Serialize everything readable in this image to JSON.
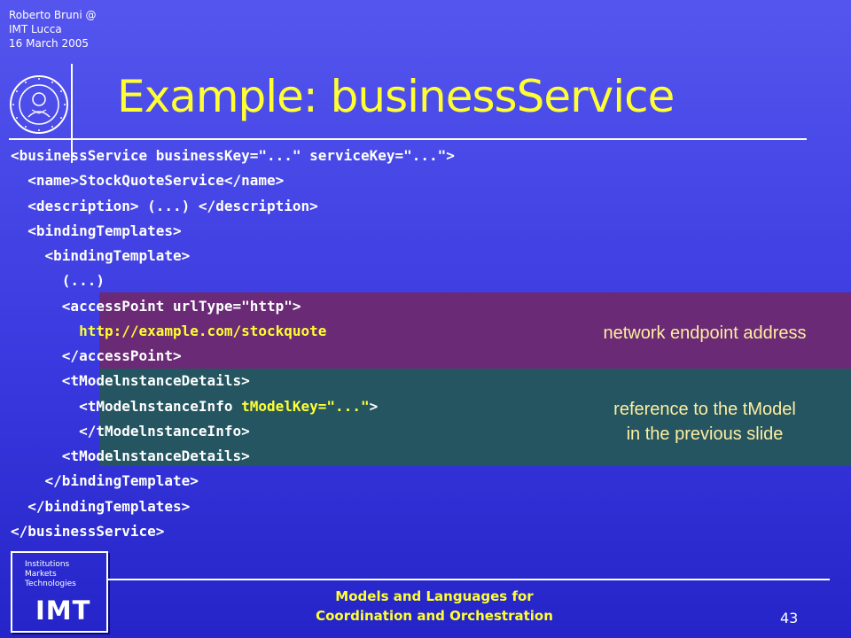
{
  "header": {
    "author_lines": [
      "Roberto Bruni @",
      "IMT Lucca",
      "16 March 2005"
    ]
  },
  "title": "Example: businessService",
  "code_lines": [
    [
      {
        "t": "<businessService businessKey=\"...\" serviceKey=\"...\">"
      }
    ],
    [
      {
        "t": "  <name>StockQuoteService</name>"
      }
    ],
    [
      {
        "t": "  <description> (...) </description>"
      }
    ],
    [
      {
        "t": "  <bindingTemplates>"
      }
    ],
    [
      {
        "t": "    <bindingTemplate>"
      }
    ],
    [
      {
        "t": "      (...)"
      }
    ],
    [
      {
        "t": "      <accessPoint urlType=\"http\">"
      }
    ],
    [
      {
        "t": "        "
      },
      {
        "t": "http://example.com/stockquote",
        "hl": true
      }
    ],
    [
      {
        "t": "      </accessPoint>"
      }
    ],
    [
      {
        "t": "      <tModelnstanceDetails>"
      }
    ],
    [
      {
        "t": "        <tModelnstanceInfo "
      },
      {
        "t": "tModelKey=\"...\"",
        "hl": true
      },
      {
        "t": ">"
      }
    ],
    [
      {
        "t": "        </tModelnstanceInfo>"
      }
    ],
    [
      {
        "t": "      <tModelnstanceDetails>"
      }
    ],
    [
      {
        "t": "    </bindingTemplate>"
      }
    ],
    [
      {
        "t": "  </bindingTemplates>"
      }
    ],
    [
      {
        "t": "</businessService>"
      }
    ]
  ],
  "annotations": {
    "endpoint": "network endpoint address",
    "tmodel_line1": "reference to the tModel",
    "tmodel_line2": "in the previous slide"
  },
  "logo": {
    "small_lines": [
      "Institutions",
      "Markets",
      "Technologies"
    ],
    "big": "IMT"
  },
  "footer": {
    "line1": "Models and Languages for",
    "line2": "Coordination and Orchestration"
  },
  "page_number": "43",
  "colors": {
    "background": "#4444e6",
    "title": "#ffff33",
    "highlight_purple": "#6a2a75",
    "highlight_teal": "#245560",
    "annotation_text": "#ffeea0"
  }
}
